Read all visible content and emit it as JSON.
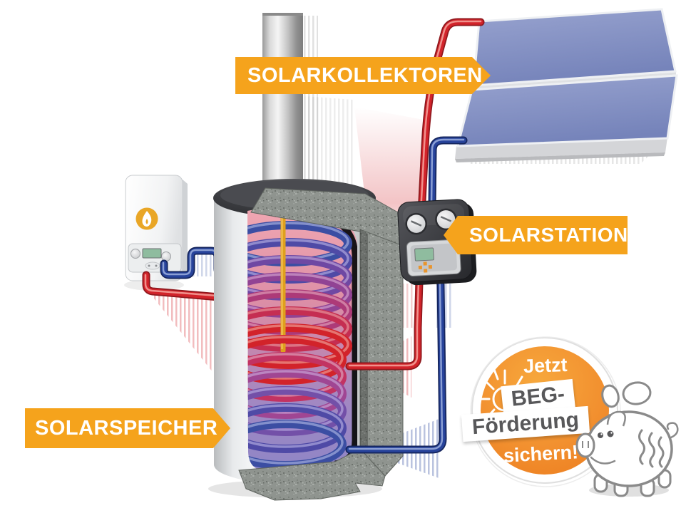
{
  "labels": {
    "collectors": "SOLARKOLLEKTOREN",
    "station": "SOLARSTATION",
    "storage": "SOLARSPEICHER"
  },
  "badge": {
    "line1": "Jetzt",
    "line2": "BEG-",
    "line3": "Förderung",
    "line4": "sichern!"
  },
  "icons": {
    "flame": "flame-icon",
    "sun": "sun-icon",
    "piggy_bank": "piggy-bank-icon",
    "coins": "coin-icon",
    "gauges": "gauge-icon"
  },
  "colors": {
    "accent_orange": "#F5A31C",
    "badge_orange_inner": "#F7A83C",
    "badge_orange_outer": "#EC7C1E",
    "pipe_red": "#D2232A",
    "pipe_blue": "#27439B",
    "panel_blue": "#8591C5",
    "flame_gold": "#E9A626",
    "tank_lid_gray": "#37383C",
    "insulation_gray": "#8F948F",
    "card_text_gray": "#58585A",
    "label_text": "#FFFFFF"
  }
}
